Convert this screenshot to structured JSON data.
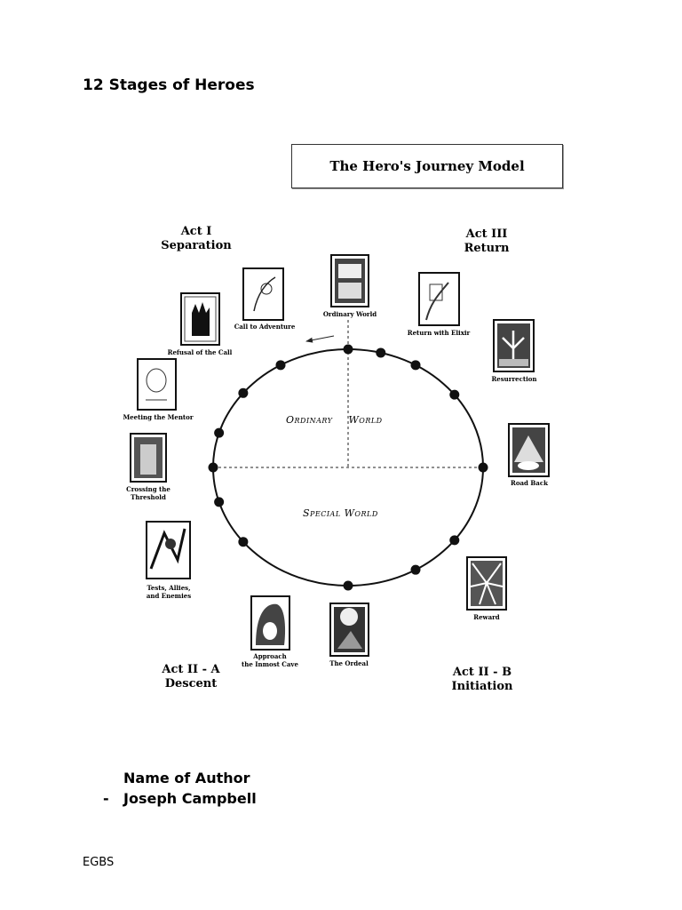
{
  "document": {
    "title": "12 Stages of Heroes",
    "author_heading": "Name of Author",
    "author_bullet": "-",
    "author_name": "Joseph Campbell",
    "footer": "EGBS"
  },
  "diagram": {
    "title": "The Hero's Journey Model",
    "acts": {
      "act1": {
        "line1": "Act I",
        "line2": "Separation"
      },
      "act3": {
        "line1": "Act III",
        "line2": "Return"
      },
      "act2a": {
        "line1": "Act II - A",
        "line2": "Descent"
      },
      "act2b": {
        "line1": "Act II - B",
        "line2": "Initiation"
      }
    },
    "worlds": {
      "ordinary_part1": "Ordinary",
      "ordinary_part2": "World",
      "special": "Special World"
    },
    "stages": [
      {
        "label1": "Ordinary World",
        "label2": ""
      },
      {
        "label1": "Call to Adventure",
        "label2": ""
      },
      {
        "label1": "Refusal of the Call",
        "label2": ""
      },
      {
        "label1": "Meeting the Mentor",
        "label2": ""
      },
      {
        "label1": "Crossing the",
        "label2": "Threshold"
      },
      {
        "label1": "Tests, Allies,",
        "label2": "and Enemies"
      },
      {
        "label1": "Approach",
        "label2": "the Inmost Cave"
      },
      {
        "label1": "The Ordeal",
        "label2": ""
      },
      {
        "label1": "Reward",
        "label2": ""
      },
      {
        "label1": "Road Back",
        "label2": ""
      },
      {
        "label1": "Resurrection",
        "label2": ""
      },
      {
        "label1": "Return with Elixir",
        "label2": ""
      }
    ]
  }
}
